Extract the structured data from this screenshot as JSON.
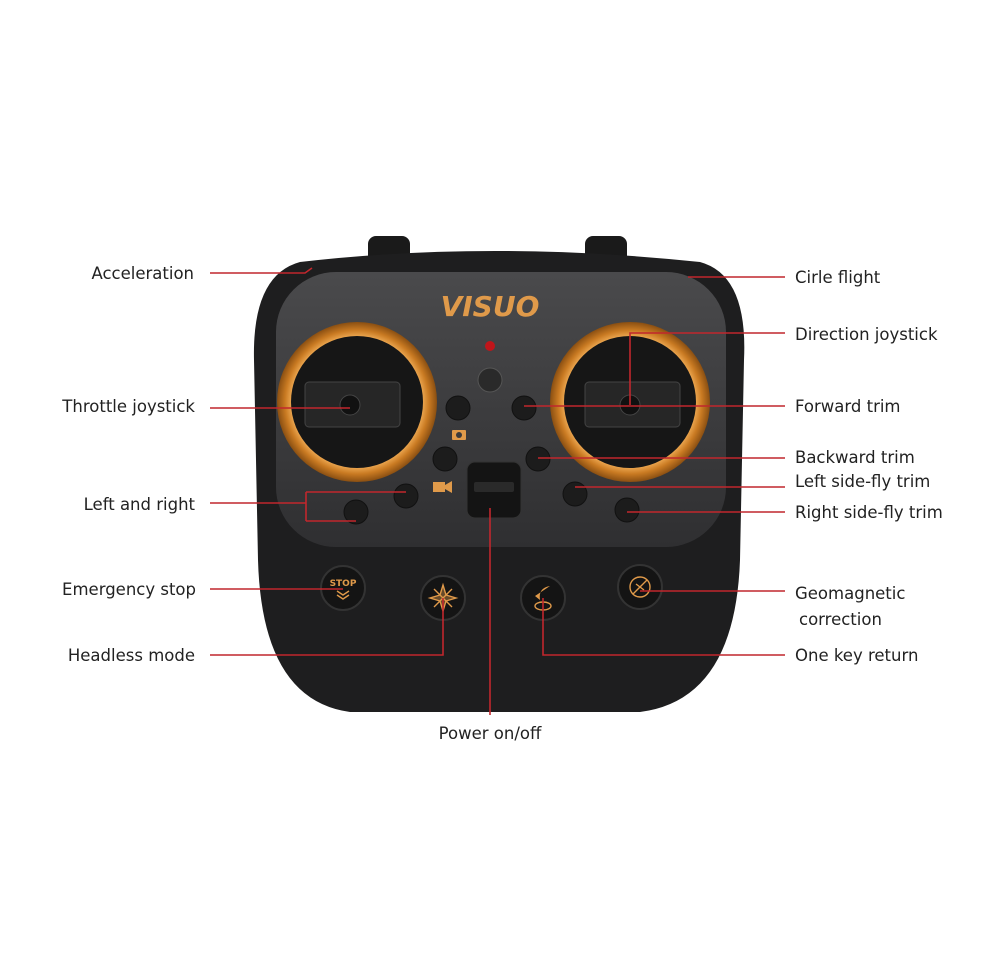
{
  "brand": {
    "logo_text": "VISUO",
    "accent": "#e09a4a"
  },
  "colors": {
    "leader_line": "#c1272d",
    "body": "#1e1e1f",
    "faceplate": "#3a3a3c"
  },
  "labels_left": {
    "acceleration": "Acceleration",
    "throttle_joystick": "Throttle joystick",
    "left_and_right": "Left and right",
    "emergency_stop": "Emergency stop",
    "headless_mode": "Headless mode"
  },
  "labels_right": {
    "circle_flight": "Cirle flight",
    "direction_joystick": "Direction joystick",
    "forward_trim": "Forward trim",
    "backward_trim": "Backward trim",
    "left_side_fly_trim": "Left side-fly trim",
    "right_side_fly_trim": "Right side-fly trim",
    "geomagnetic_line1": "Geomagnetic",
    "geomagnetic_line2": "correction",
    "one_key_return": "One key return"
  },
  "labels_bottom": {
    "power": "Power on/off"
  },
  "buttons": {
    "stop_text": "STOP"
  },
  "icons": [
    "camera-icon",
    "video-icon",
    "stop-icon",
    "compass-icon",
    "return-home-icon",
    "geomagnetic-icon",
    "led-indicator"
  ]
}
